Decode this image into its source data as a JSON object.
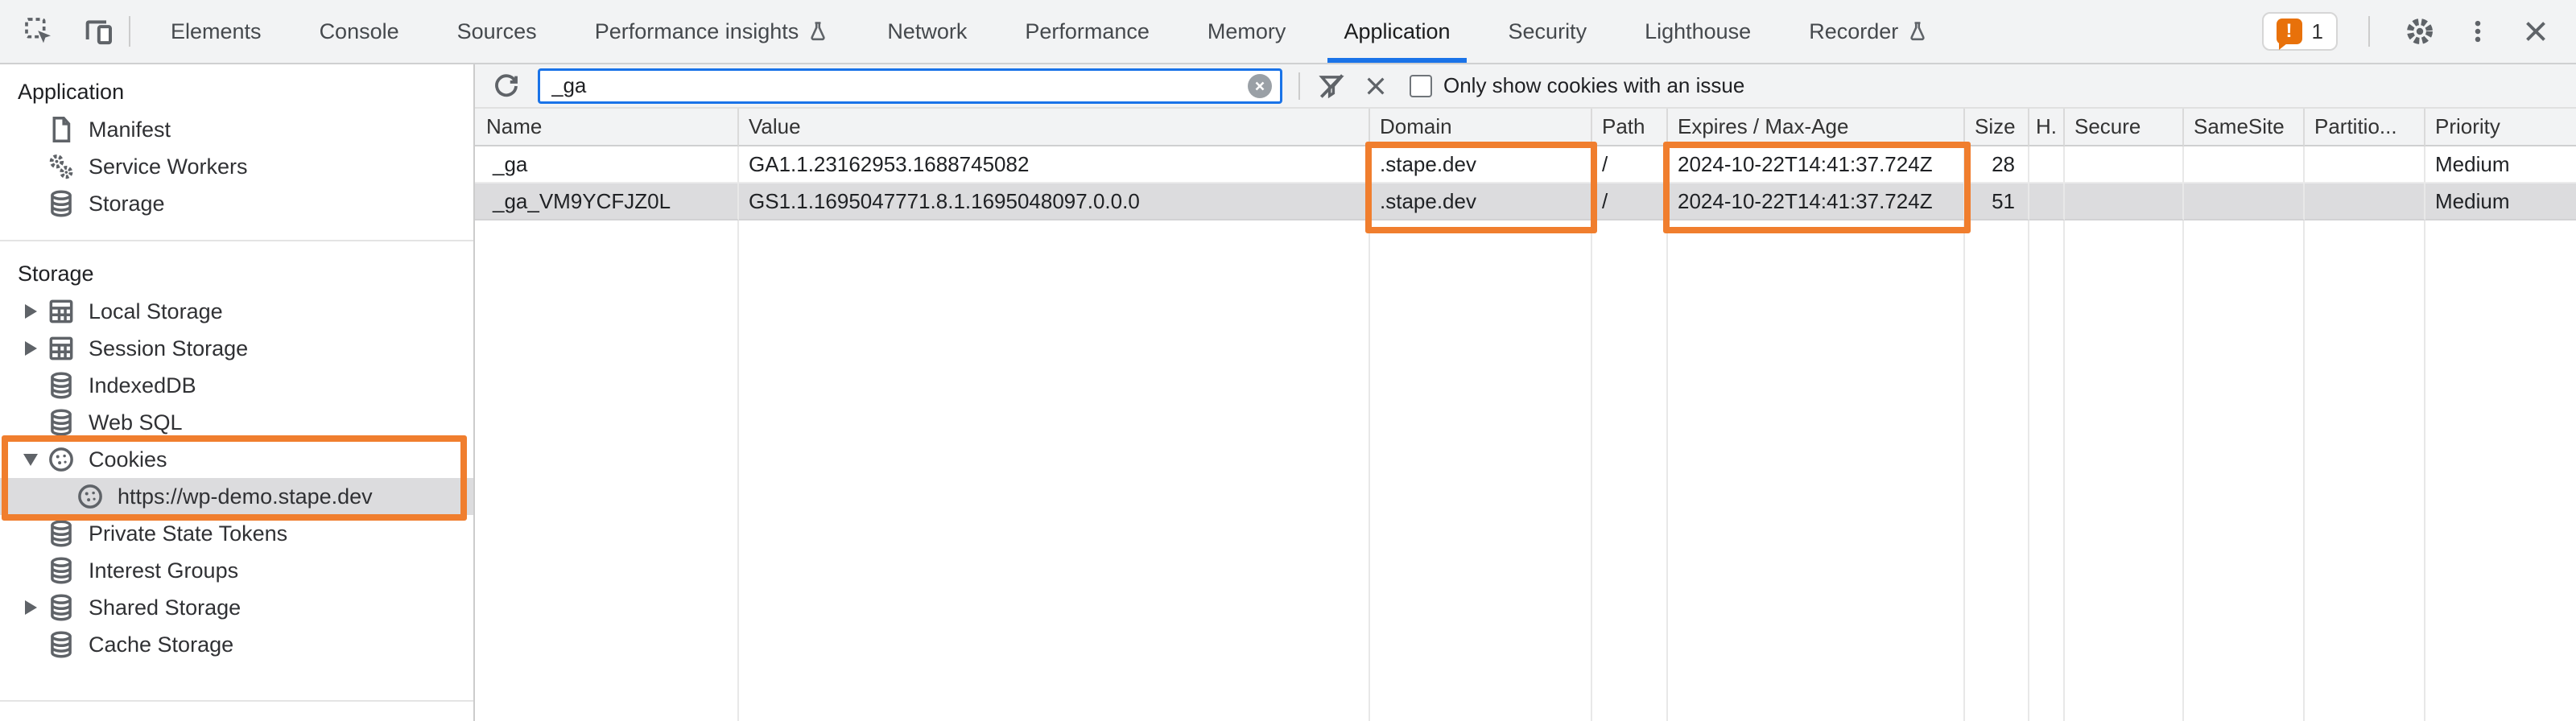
{
  "toolbar": {
    "left_icons": [
      "inspect-icon",
      "device-toolbar-icon"
    ],
    "tabs": [
      {
        "label": "Elements",
        "selected": false
      },
      {
        "label": "Console",
        "selected": false
      },
      {
        "label": "Sources",
        "selected": false
      },
      {
        "label": "Performance insights",
        "selected": false,
        "flask_icon": true
      },
      {
        "label": "Network",
        "selected": false
      },
      {
        "label": "Performance",
        "selected": false
      },
      {
        "label": "Memory",
        "selected": false
      },
      {
        "label": "Application",
        "selected": true
      },
      {
        "label": "Security",
        "selected": false
      },
      {
        "label": "Lighthouse",
        "selected": false
      },
      {
        "label": "Recorder",
        "selected": false,
        "flask_icon": true
      }
    ],
    "issues_count": "1",
    "right_icons": [
      "issues-badge",
      "settings-gear-icon",
      "more-menu-icon",
      "close-icon"
    ]
  },
  "sidebar": {
    "sections": [
      {
        "title": "Application",
        "items": [
          {
            "label": "Manifest",
            "icon": "document-icon"
          },
          {
            "label": "Service Workers",
            "icon": "gears-icon"
          },
          {
            "label": "Storage",
            "icon": "database-icon"
          }
        ]
      },
      {
        "title": "Storage",
        "items": [
          {
            "label": "Local Storage",
            "icon": "table-icon",
            "arrow": "collapsed"
          },
          {
            "label": "Session Storage",
            "icon": "table-icon",
            "arrow": "collapsed"
          },
          {
            "label": "IndexedDB",
            "icon": "database-icon"
          },
          {
            "label": "Web SQL",
            "icon": "database-icon"
          },
          {
            "label": "Cookies",
            "icon": "cookie-icon",
            "arrow": "expanded",
            "highlighted": true
          },
          {
            "label": "https://wp-demo.stape.dev",
            "icon": "cookie-icon",
            "selected": true,
            "highlighted": true
          },
          {
            "label": "Private State Tokens",
            "icon": "database-icon"
          },
          {
            "label": "Interest Groups",
            "icon": "database-icon"
          },
          {
            "label": "Shared Storage",
            "icon": "database-icon",
            "arrow": "collapsed"
          },
          {
            "label": "Cache Storage",
            "icon": "database-icon"
          }
        ]
      }
    ]
  },
  "filter_bar": {
    "icons": [
      "refresh-icon",
      "clear-search-icon",
      "filter-off-icon",
      "clear-icon"
    ],
    "search_value": "_ga",
    "checkbox_label": "Only show cookies with an issue",
    "checkbox_checked": false
  },
  "cookies_table": {
    "columns": [
      "Name",
      "Value",
      "Domain",
      "Path",
      "Expires / Max-Age",
      "Size",
      "H.",
      "Secure",
      "SameSite",
      "Partitio...",
      "Priority"
    ],
    "rows": [
      {
        "name": "_ga",
        "value": "GA1.1.23162953.1688745082",
        "domain": ".stape.dev",
        "path": "/",
        "expires": "2024-10-22T14:41:37.724Z",
        "size": "28",
        "http_only": "",
        "secure": "",
        "same_site": "",
        "partition": "",
        "priority": "Medium"
      },
      {
        "name": "_ga_VM9YCFJZ0L",
        "value": "GS1.1.1695047771.8.1.1695048097.0.0.0",
        "domain": ".stape.dev",
        "path": "/",
        "expires": "2024-10-22T14:41:37.724Z",
        "size": "51",
        "http_only": "",
        "secure": "",
        "same_site": "",
        "partition": "",
        "priority": "Medium"
      }
    ]
  },
  "colors": {
    "accent_blue": "#1a73e8",
    "highlight_orange": "#f07e2e",
    "badge_orange": "#e8710a",
    "selected_gray": "#dcdcde",
    "toolbar_gray": "#f2f3f4"
  }
}
